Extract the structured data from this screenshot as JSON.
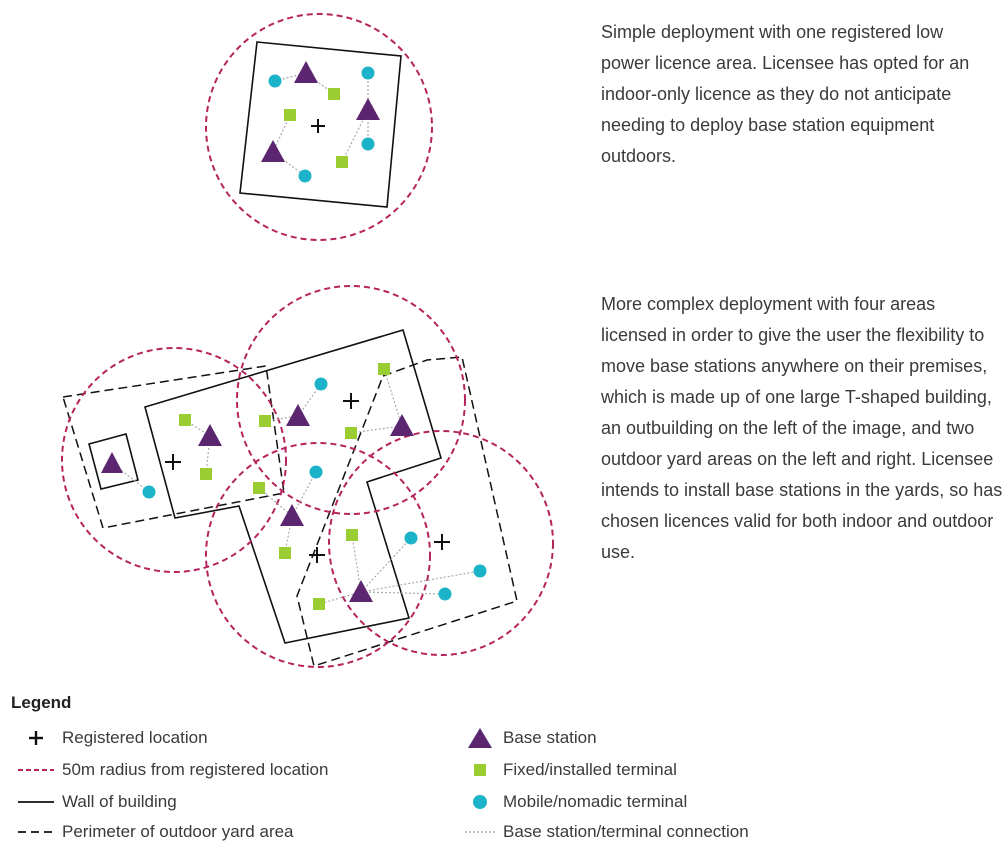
{
  "descriptions": [
    "Simple deployment with one registered low power licence area. Licensee has opted for an indoor-only licence as they do not anticipate needing to deploy base station equipment outdoors.",
    "More complex deployment with four areas licensed in order to give the user the flexibility to move base stations anywhere on their premises, which is made up of one large T-shaped building, an outbuilding on the left of the image, and two outdoor yard areas on the left and right. Licensee intends to install base stations in the yards, so has chosen licences valid for both indoor and outdoor use."
  ],
  "legend": {
    "title": "Legend",
    "items": {
      "registered_location": "Registered location",
      "radius": "50m radius from registered location",
      "wall": "Wall of building",
      "perimeter": "Perimeter of outdoor yard area",
      "base_station": "Base station",
      "fixed_terminal": "Fixed/installed terminal",
      "mobile_terminal": "Mobile/nomadic terminal",
      "connection": "Base station/terminal connection"
    }
  },
  "colors": {
    "radius": "#b5245e",
    "base_station": "#5b2570",
    "fixed_terminal": "#9acd32",
    "mobile_terminal": "#1cb3c9",
    "wall": "#111111",
    "connection": "#aaaaaa"
  },
  "icons": [
    "plus-icon",
    "dashed-circle-icon",
    "solid-line-icon",
    "dashed-line-icon",
    "triangle-icon",
    "square-icon",
    "circle-icon",
    "dotted-line-icon"
  ]
}
